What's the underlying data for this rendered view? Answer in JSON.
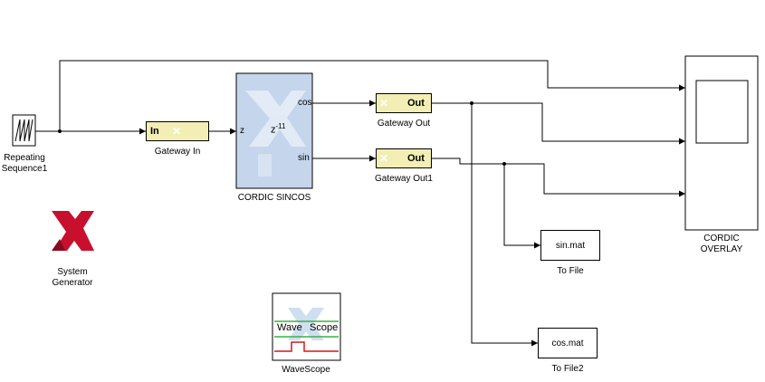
{
  "blocks": {
    "repeating_sequence": {
      "label": "Repeating\nSequence1"
    },
    "gateway_in": {
      "label": "Gateway In",
      "text": "In"
    },
    "cordic": {
      "label": "CORDIC SINCOS",
      "port_z": "z",
      "port_cos": "cos",
      "port_sin": "sin",
      "latency": "z-11"
    },
    "gateway_out": {
      "label": "Gateway Out",
      "text": "Out"
    },
    "gateway_out1": {
      "label": "Gateway Out1",
      "text": "Out"
    },
    "to_file": {
      "label": "To File",
      "filename": "sin.mat"
    },
    "to_file2": {
      "label": "To File2",
      "filename": "cos.mat"
    },
    "scope": {
      "label": "CORDIC\nOVERLAY"
    },
    "system_generator": {
      "label": "System\nGenerator"
    },
    "wavescope": {
      "label": "WaveScope",
      "wave": "Wave",
      "scope": "Scope"
    }
  },
  "colors": {
    "gateway_fill": "#f3efb4",
    "cordic_fill": "#c5d5ec",
    "xilinx_red": "#c8102e",
    "wavescope_green": "#3cb043",
    "wavescope_red": "#d01818"
  }
}
